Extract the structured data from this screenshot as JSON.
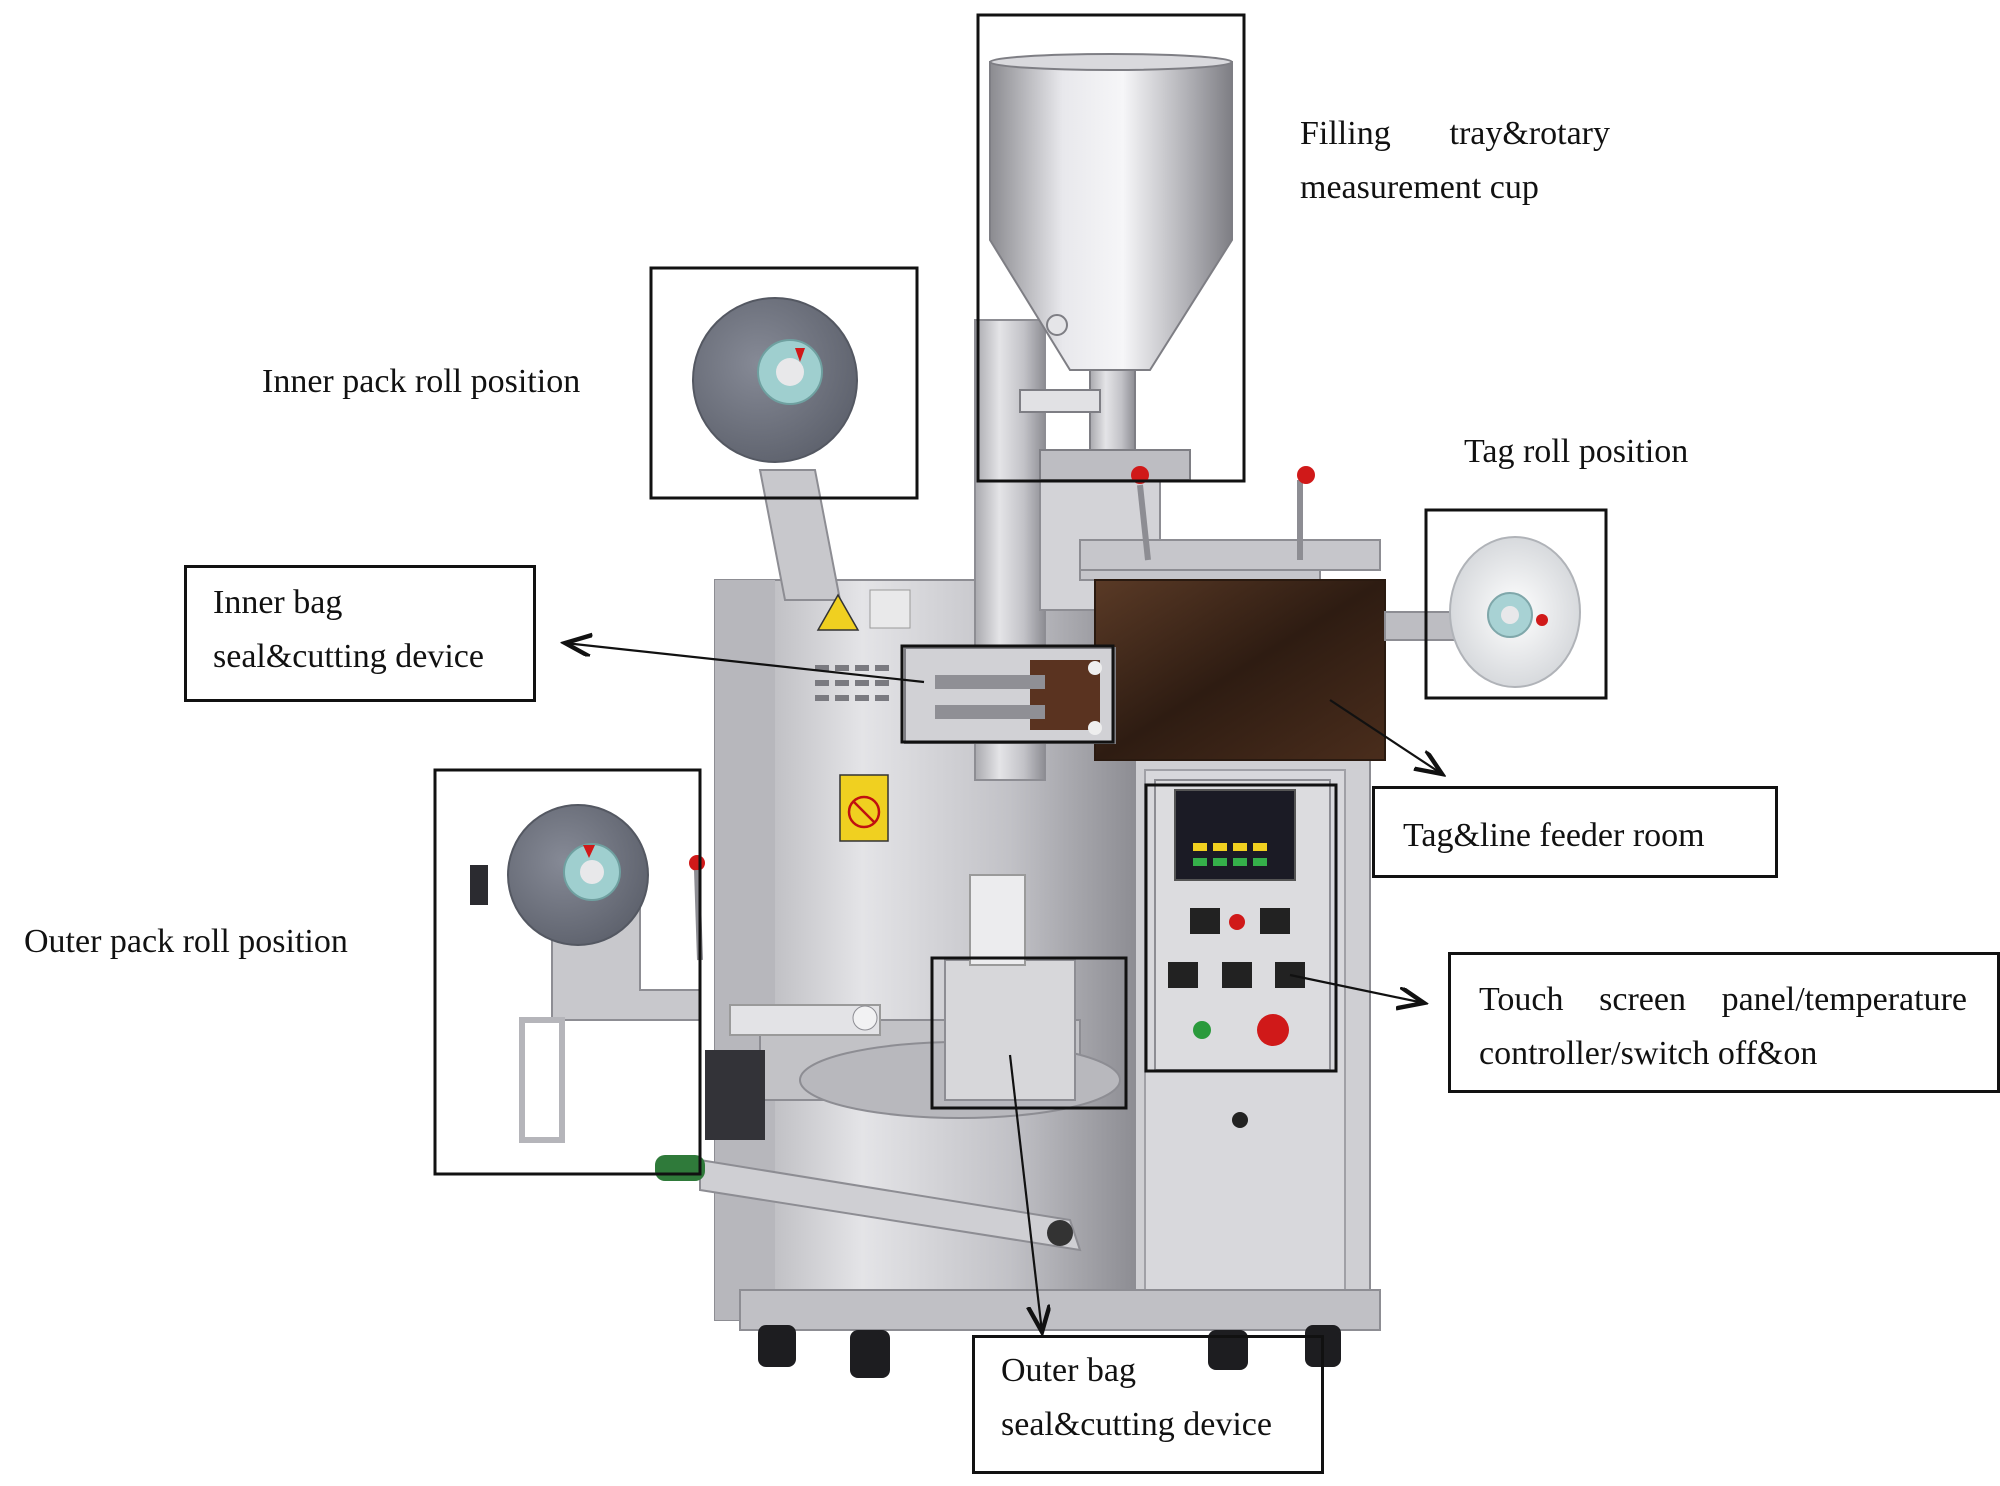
{
  "labels": {
    "filling": {
      "line1_words": [
        "Filling",
        "tray&rotary"
      ],
      "line2": "measurement cup"
    },
    "inner_roll": "Inner pack roll position",
    "inner_bag": {
      "line1": "Inner bag",
      "line2": "seal&cutting device"
    },
    "tag_roll": "Tag roll position",
    "tag_feeder": "Tag&line feeder room",
    "outer_roll": "Outer pack roll position",
    "touch_panel": {
      "line1_words": [
        "Touch",
        "screen",
        "panel/temperature"
      ],
      "line2": "controller/switch off&on"
    },
    "outer_bag": {
      "line1": "Outer bag",
      "line2": "seal&cutting device"
    }
  },
  "colors": {
    "steel": "#c9c9cd",
    "steel_dark": "#9a9aa0",
    "roll_gray": "#6f7380",
    "feeder_brown": "#3a2418",
    "red_knob": "#d01919",
    "screen": "#1b1b25",
    "outline": "#111111"
  }
}
